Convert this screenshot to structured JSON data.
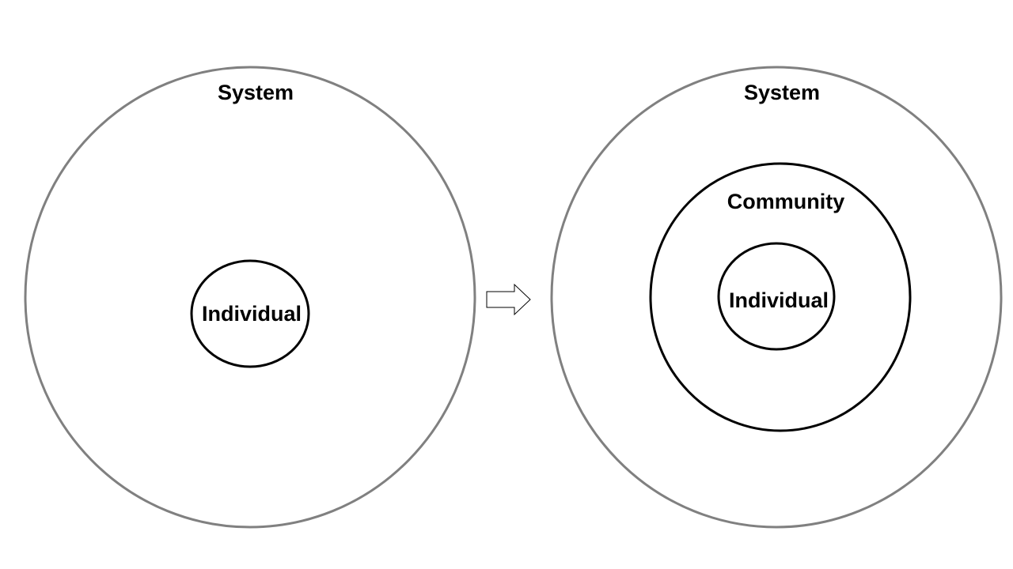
{
  "left_diagram": {
    "outer_label": "System",
    "inner_label": "Individual"
  },
  "right_diagram": {
    "outer_label": "System",
    "middle_label": "Community",
    "inner_label": "Individual"
  },
  "colors": {
    "outer_stroke": "#808080",
    "inner_stroke": "#000000",
    "arrow_stroke": "#000000",
    "background": "#ffffff"
  }
}
